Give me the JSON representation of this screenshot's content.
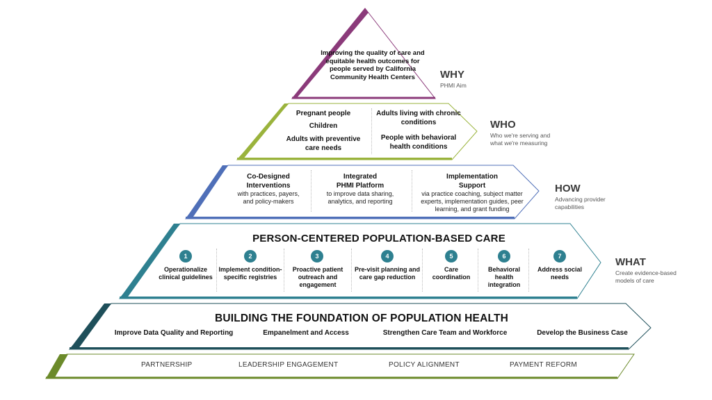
{
  "colors": {
    "why": "#8b3a7a",
    "who": "#9ab33c",
    "how": "#4f6fb8",
    "what": "#2e8090",
    "foundation": "#1e4f5a",
    "base": "#6b8a2a"
  },
  "why": {
    "text": "Improving the quality of care and equitable health outcomes for people served by California Community Health Centers",
    "label": "WHY",
    "sublabel": "PHMI Aim"
  },
  "who": {
    "left": [
      "Pregnant people",
      "Children",
      "Adults with preventive care needs"
    ],
    "right": [
      "Adults living with chronic conditions",
      "People with behavioral health conditions"
    ],
    "label": "WHO",
    "sublabel": "Who we're serving and what we're measuring"
  },
  "how": {
    "items": [
      {
        "title": "Co-Designed Interventions",
        "desc": "with practices, payers, and policy-makers"
      },
      {
        "title": "Integrated PHMI Platform",
        "desc": "to improve data sharing, analytics, and reporting"
      },
      {
        "title": "Implementation Support",
        "desc": "via practice coaching, subject matter experts, implementation guides, peer learning, and grant funding"
      }
    ],
    "label": "HOW",
    "sublabel": "Advancing provider capabilities"
  },
  "what": {
    "title": "PERSON-CENTERED POPULATION-BASED CARE",
    "items": [
      {
        "num": "1",
        "text": "Operationalize clinical guidelines"
      },
      {
        "num": "2",
        "text": "Implement condition-specific registries"
      },
      {
        "num": "3",
        "text": "Proactive patient outreach and engagement"
      },
      {
        "num": "4",
        "text": "Pre-visit planning and care gap reduction"
      },
      {
        "num": "5",
        "text": "Care coordination"
      },
      {
        "num": "6",
        "text": "Behavioral health integration"
      },
      {
        "num": "7",
        "text": "Address social needs"
      }
    ],
    "label": "WHAT",
    "sublabel": "Create evidence-based models of care"
  },
  "foundation": {
    "title": "BUILDING THE FOUNDATION OF POPULATION HEALTH",
    "items": [
      "Improve Data Quality and Reporting",
      "Empanelment and Access",
      "Strengthen Care Team and Workforce",
      "Develop the Business Case"
    ]
  },
  "base": {
    "items": [
      "PARTNERSHIP",
      "LEADERSHIP ENGAGEMENT",
      "POLICY ALIGNMENT",
      "PAYMENT REFORM"
    ]
  }
}
